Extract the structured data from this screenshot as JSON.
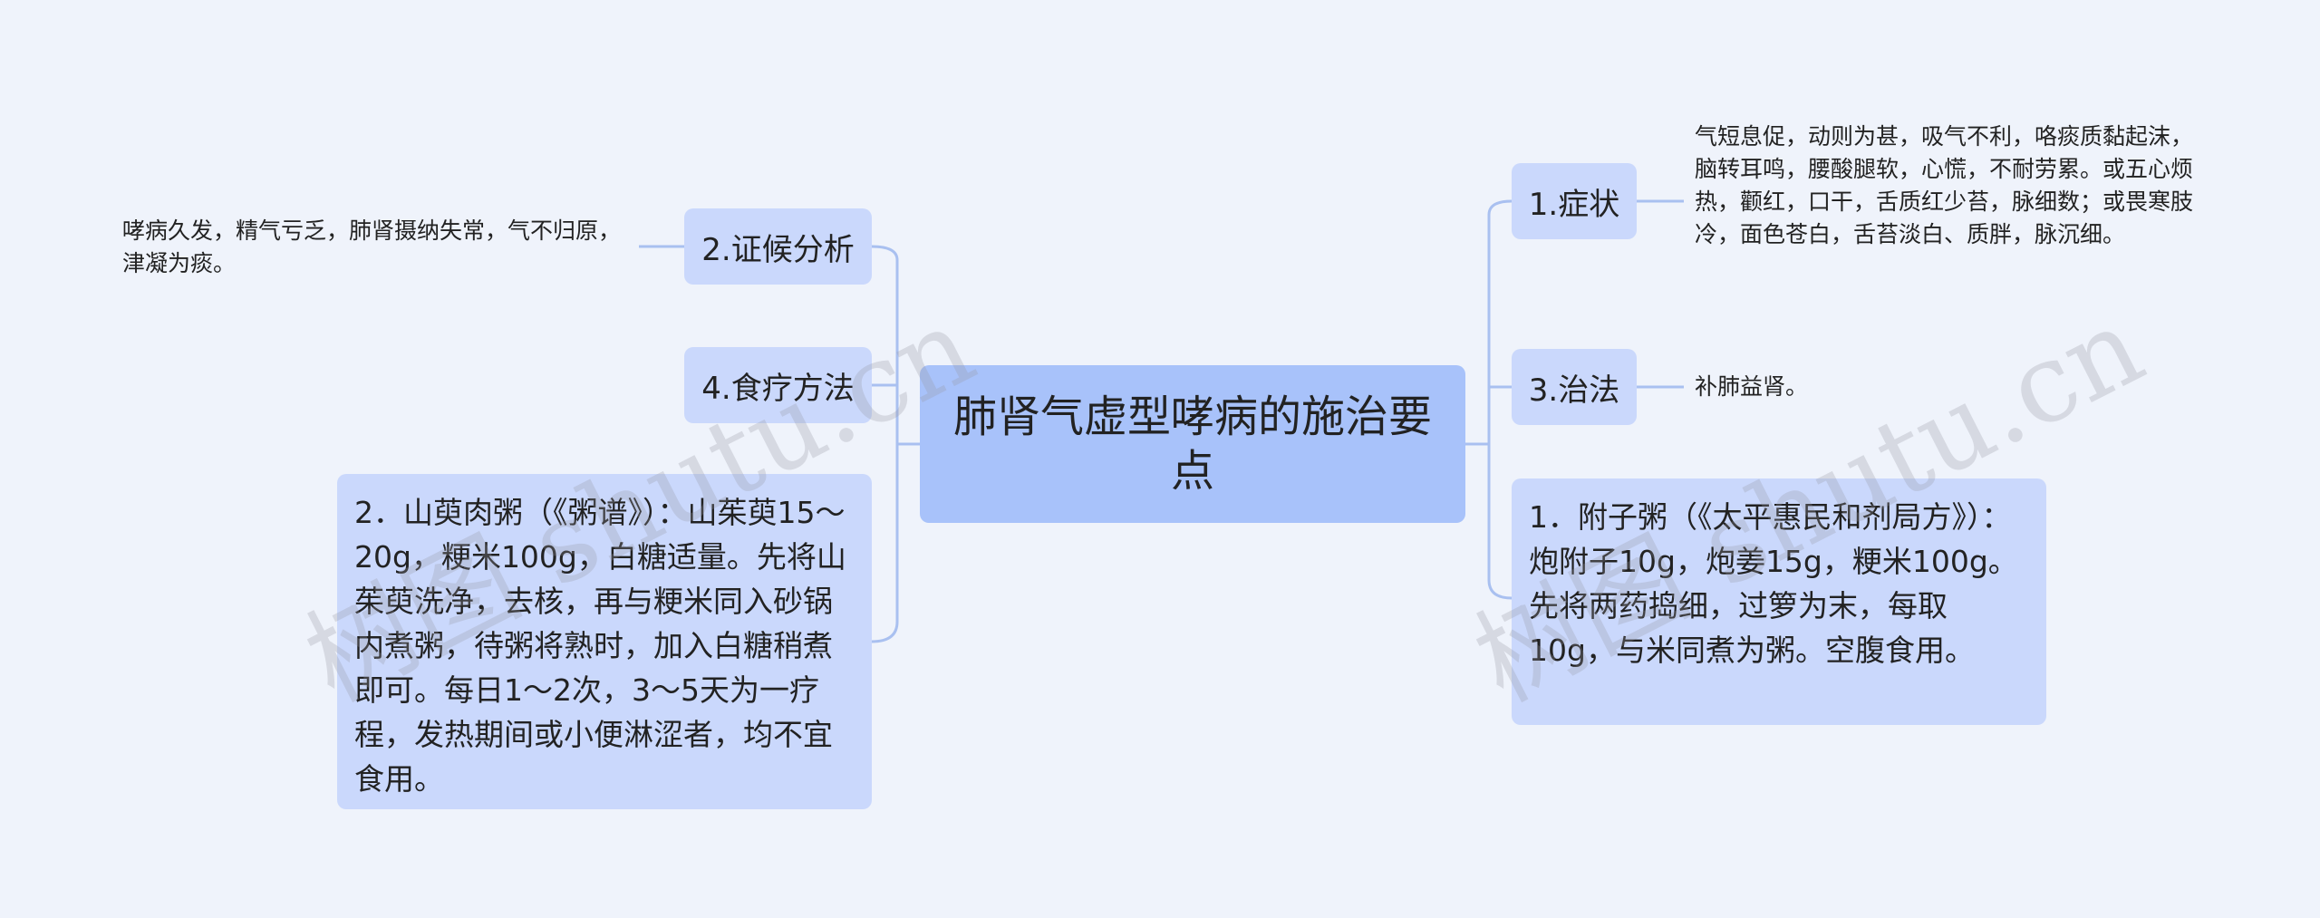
{
  "mindmap": {
    "center": "肺肾气虚型哮病的施治要点",
    "branches": {
      "zhenghou": {
        "label": "2.证候分析",
        "detail": "哮病久发，精气亏乏，肺肾摄纳失常，气不归原，津凝为痰。"
      },
      "shiliao": {
        "label": "4.食疗方法",
        "detail": "2．山萸肉粥（《粥谱》）：山茱萸15～20g，粳米100g，白糖适量。先将山茱萸洗净，去核，再与粳米同入砂锅内煮粥，待粥将熟时，加入白糖稍煮即可。每日1～2次，3～5天为一疗程，发热期间或小便淋涩者，均不宜食用。"
      },
      "zhengzhuang": {
        "label": "1.症状",
        "detail": "气短息促，动则为甚，吸气不利，咯痰质黏起沫，脑转耳鸣，腰酸腿软，心慌，不耐劳累。或五心烦热，颧红，口干，舌质红少苔，脉细数；或畏寒肢冷，面色苍白，舌苔淡白、质胖，脉沉细。"
      },
      "zhifa": {
        "label": "3.治法",
        "detail": "补肺益肾。"
      },
      "fuzi": {
        "detail": "1．附子粥（《太平惠民和剂局方》）：炮附子10g，炮姜15g，粳米100g。先将两药捣细，过箩为末，每取10g，与米同煮为粥。空腹食用。"
      }
    }
  },
  "watermark": "树图 shutu.cn",
  "colors": {
    "background": "#eff3fb",
    "center_fill": "#a8c2fa",
    "node_fill": "#cad8fc",
    "connector": "#a9c0f0"
  }
}
